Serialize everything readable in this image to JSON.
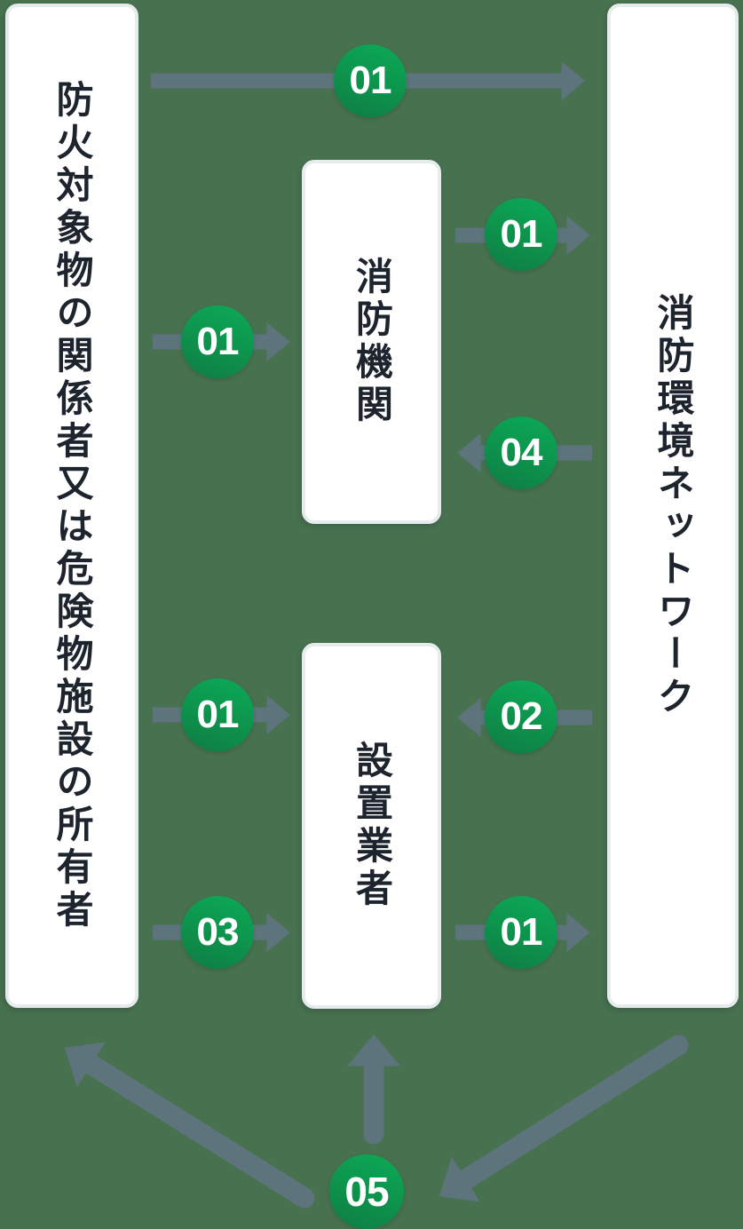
{
  "diagram": {
    "nodes": {
      "owner": "防火対象物の関係者又は危険物施設の所有者",
      "fire_agency": "消防機関",
      "installer": "設置業者",
      "network": "消防環境ネットワーク"
    },
    "badges": {
      "owner_to_network_top": "01",
      "agency_to_network": "01",
      "owner_to_agency": "01",
      "network_to_agency": "04",
      "owner_to_installer": "01",
      "network_to_installer": "02",
      "owner_to_installer_alt": "03",
      "installer_to_network": "01",
      "network_to_others_bottom": "05"
    },
    "colors": {
      "background": "#47714F",
      "arrow": "#5E747C",
      "badge_green_start": "#0CA956",
      "badge_green_end": "#0E7F44",
      "node_text": "#1E242E",
      "node_background": "#FFFFFF",
      "node_border": "#E6EBEE"
    }
  }
}
